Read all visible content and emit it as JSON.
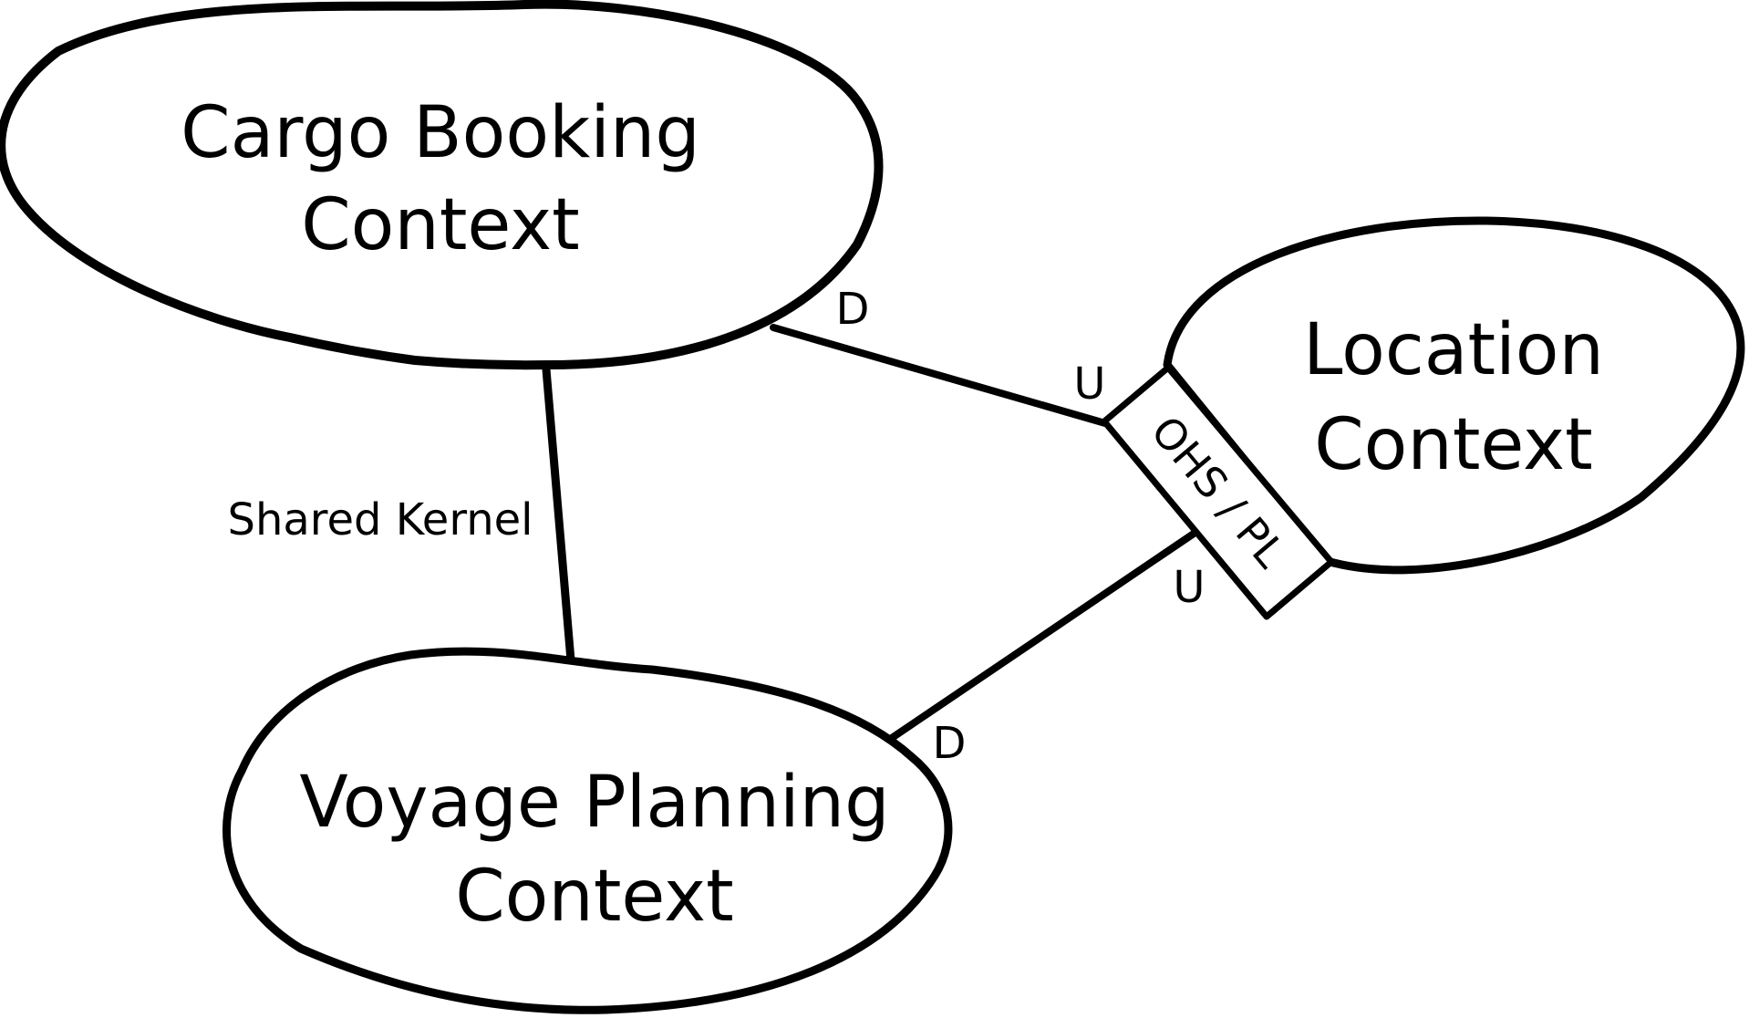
{
  "contexts": {
    "cargo_booking": {
      "line1": "Cargo Booking",
      "line2": "Context"
    },
    "location": {
      "line1": "Location",
      "line2": "Context"
    },
    "voyage_planning": {
      "line1": "Voyage Planning",
      "line2": "Context"
    }
  },
  "relationships": {
    "shared_kernel": "Shared Kernel",
    "ohs_pl": "OHS / PL",
    "cargo_location": {
      "downstream": "D",
      "upstream": "U"
    },
    "voyage_location": {
      "downstream": "D",
      "upstream": "U"
    }
  }
}
